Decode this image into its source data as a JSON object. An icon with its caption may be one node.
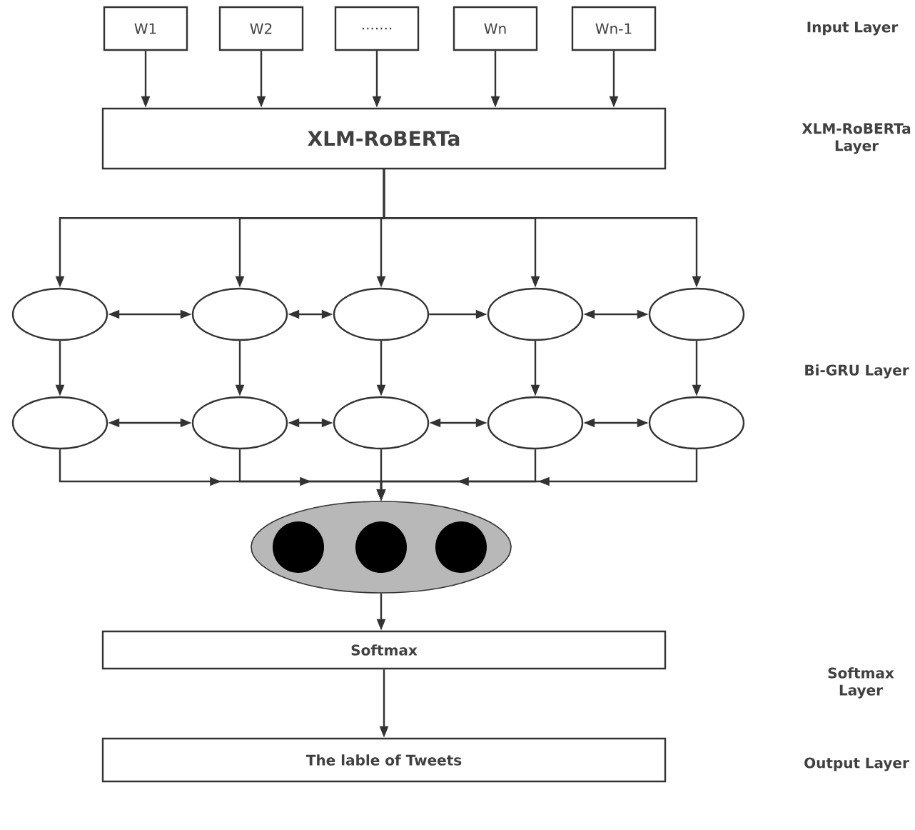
{
  "diagram": {
    "nodes": [
      {
        "text": [
          "W1"
        ]
      },
      {
        "text": [
          "W2"
        ]
      },
      {
        "text": [
          "......."
        ]
      },
      {
        "text": [
          "Wn"
        ]
      },
      {
        "text": [
          "Wn-1"
        ]
      },
      {
        "text": [
          "XLM-RoBERTa"
        ]
      },
      {
        "text": [],
        "shape": "ellipse"
      },
      {
        "text": [],
        "shape": "ellipse"
      },
      {
        "text": [],
        "shape": "ellipse"
      },
      {
        "text": [],
        "shape": "ellipse"
      },
      {
        "text": [],
        "shape": "ellipse"
      },
      {
        "text": [],
        "shape": "ellipse"
      },
      {
        "text": [],
        "shape": "ellipse"
      },
      {
        "text": [],
        "shape": "ellipse"
      },
      {
        "text": [],
        "shape": "ellipse"
      },
      {
        "text": [],
        "shape": "ellipse"
      },
      {
        "text": [],
        "shape": "ellipse"
      },
      {
        "text": [
          "Softmax"
        ]
      },
      {
        "text": [
          "The lable of Tweets"
        ]
      }
    ],
    "edges": [
      {
        "from": 0,
        "to": 5,
        "arrow": "to"
      },
      {
        "from": 1,
        "to": 5,
        "arrow": "to"
      },
      {
        "from": 2,
        "to": 5,
        "arrow": "to"
      },
      {
        "from": 3,
        "to": 5,
        "arrow": "to"
      },
      {
        "from": 4,
        "to": 5,
        "arrow": "to"
      },
      {
        "from": 5,
        "to": 6,
        "arrow": "to"
      },
      {
        "from": 5,
        "to": 7,
        "arrow": "to"
      },
      {
        "from": 5,
        "to": 8,
        "arrow": "to"
      },
      {
        "from": 5,
        "to": 9,
        "arrow": "to"
      },
      {
        "from": 5,
        "to": 10,
        "arrow": "to"
      },
      {
        "from": 6,
        "to": 7,
        "arrow": "both"
      },
      {
        "from": 7,
        "to": 8,
        "arrow": "both"
      },
      {
        "from": 8,
        "to": 9,
        "arrow": "to"
      },
      {
        "from": 9,
        "to": 10,
        "arrow": "both"
      },
      {
        "from": 6,
        "to": 11,
        "arrow": "to"
      },
      {
        "from": 7,
        "to": 12,
        "arrow": "to"
      },
      {
        "from": 8,
        "to": 13,
        "arrow": "to"
      },
      {
        "from": 9,
        "to": 14,
        "arrow": "to"
      },
      {
        "from": 10,
        "to": 15,
        "arrow": "to"
      },
      {
        "from": 11,
        "to": 12,
        "arrow": "both"
      },
      {
        "from": 12,
        "to": 13,
        "arrow": "both"
      },
      {
        "from": 13,
        "to": 14,
        "arrow": "both"
      },
      {
        "from": 14,
        "to": 15,
        "arrow": "both"
      },
      {
        "from": 11,
        "to": 16,
        "arrow": "to"
      },
      {
        "from": 12,
        "to": 16,
        "arrow": "to"
      },
      {
        "from": 13,
        "to": 16,
        "arrow": "to"
      },
      {
        "from": 14,
        "to": 16,
        "arrow": "to"
      },
      {
        "from": 15,
        "to": 16,
        "arrow": "to"
      },
      {
        "from": 16,
        "to": 17,
        "arrow": "to"
      },
      {
        "from": 17,
        "to": 18,
        "arrow": "to"
      }
    ],
    "labels": [
      "Input Layer",
      "XLM-RoBERTa Layer",
      "Bi-GRU Layer",
      "Softmax Layer",
      "Output Layer"
    ]
  }
}
